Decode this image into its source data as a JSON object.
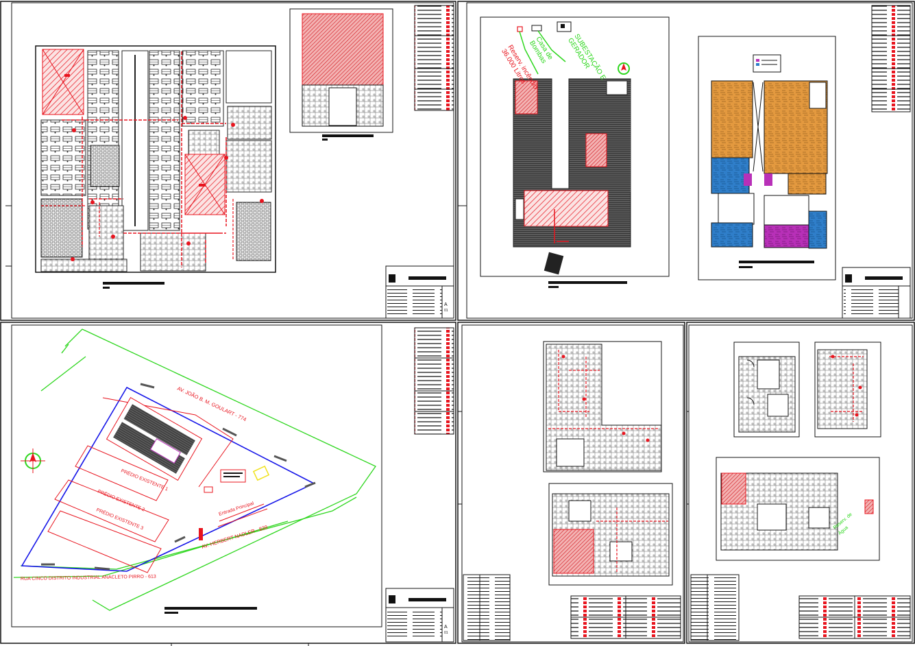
{
  "sheet1": {
    "plan_title": "",
    "tag_a": "A",
    "tag_num": "01"
  },
  "sheet2": {
    "note_reserve": "Reserv. incêndio\n36.000 Litros",
    "note_pump": "Casa de\nBombas",
    "note_substation": "SUBESTAÇÃO E\nGERADOR"
  },
  "sheet3": {
    "street_north": "AV. JOÃO B. M. GOULART - 774",
    "street_south": "AV. HERBERT NADLER - 839",
    "street_west": "RUA CINCO DISTRITO INDUSTRIAL ANACLETO PIRRO - 613",
    "building_1": "PRÉDIO EXISTENTE 1",
    "building_2": "PRÉDIO EXISTENTE 2",
    "building_3": "PRÉDIO EXISTENTE 3",
    "entrance_note": "Entrada Principal",
    "tag_a": "A",
    "tag_num": "01"
  },
  "sheet5": {
    "note_green": "Reserv. de\nÁgua"
  },
  "colors": {
    "red": "#e8141e",
    "green": "#2cd61c",
    "blue": "#1414e8",
    "orange": "#e3993f",
    "steel_blue": "#2f7ec9",
    "magenta": "#b830b8",
    "dark_grey": "#4a4a4a"
  }
}
